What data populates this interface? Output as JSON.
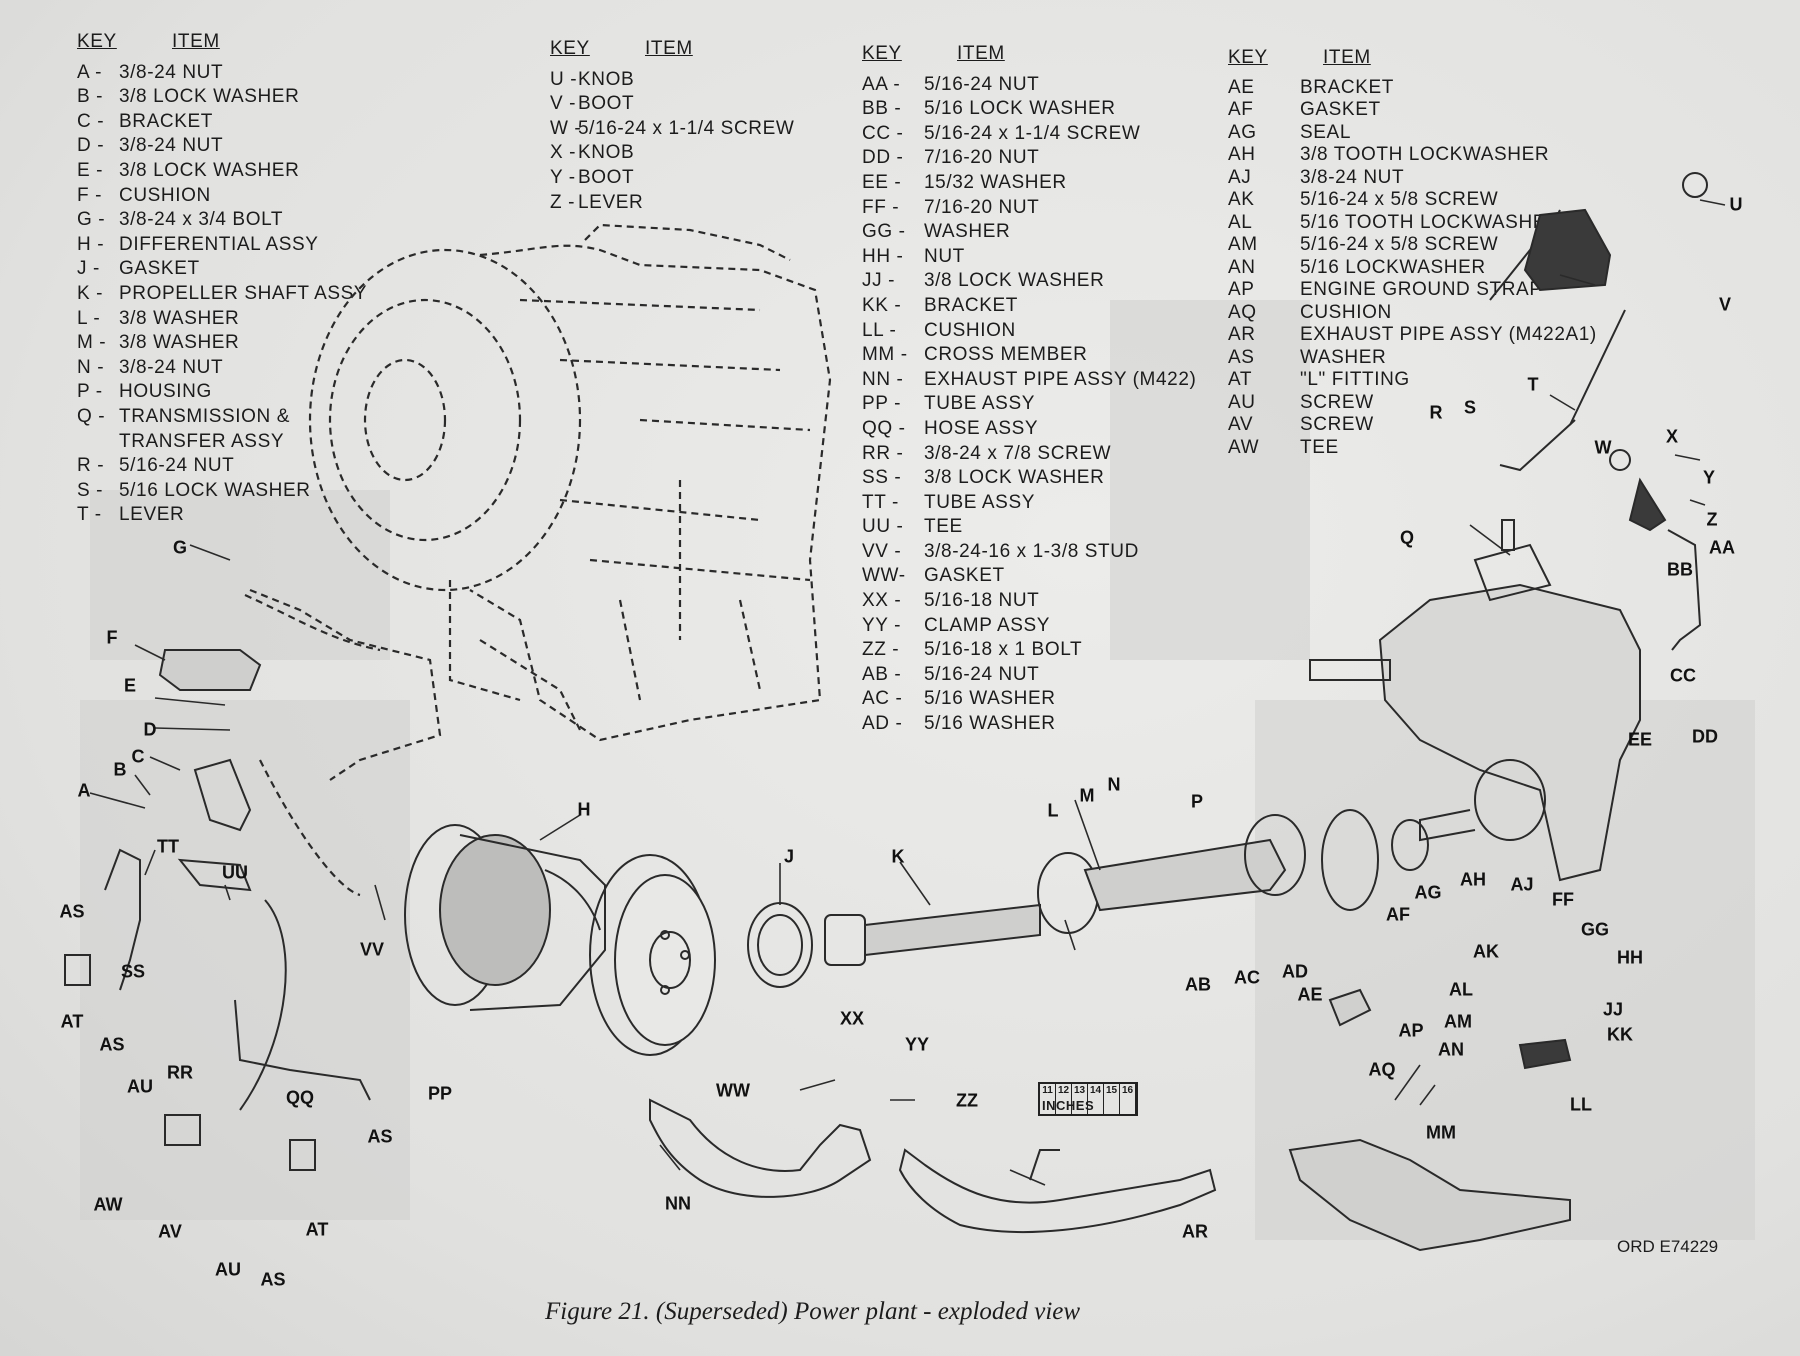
{
  "legend_1": {
    "header_key": "KEY",
    "header_item": "ITEM",
    "rows": [
      {
        "key": "A -",
        "item": "3/8-24 NUT"
      },
      {
        "key": "B -",
        "item": "3/8 LOCK WASHER"
      },
      {
        "key": "C -",
        "item": "BRACKET"
      },
      {
        "key": "D -",
        "item": "3/8-24 NUT"
      },
      {
        "key": "E -",
        "item": "3/8 LOCK WASHER"
      },
      {
        "key": "F -",
        "item": "CUSHION"
      },
      {
        "key": "G -",
        "item": "3/8-24 x 3/4 BOLT"
      },
      {
        "key": "H -",
        "item": "DIFFERENTIAL ASSY"
      },
      {
        "key": "J -",
        "item": "GASKET"
      },
      {
        "key": "K -",
        "item": "PROPELLER SHAFT ASSY"
      },
      {
        "key": "L -",
        "item": "3/8 WASHER"
      },
      {
        "key": "M -",
        "item": "3/8 WASHER"
      },
      {
        "key": "N -",
        "item": "3/8-24 NUT"
      },
      {
        "key": "P -",
        "item": "HOUSING"
      },
      {
        "key": "Q -",
        "item": "TRANSMISSION &"
      },
      {
        "key": "",
        "item": "TRANSFER ASSY"
      },
      {
        "key": "R -",
        "item": "5/16-24 NUT"
      },
      {
        "key": "S -",
        "item": "5/16 LOCK WASHER"
      },
      {
        "key": "T -",
        "item": "LEVER"
      }
    ]
  },
  "legend_2": {
    "header_key": "KEY",
    "header_item": "ITEM",
    "rows": [
      {
        "key": "U -",
        "item": "KNOB"
      },
      {
        "key": "V -",
        "item": "BOOT"
      },
      {
        "key": "W -",
        "item": "5/16-24 x 1-1/4 SCREW"
      },
      {
        "key": "X -",
        "item": "KNOB"
      },
      {
        "key": "Y -",
        "item": "BOOT"
      },
      {
        "key": "Z -",
        "item": "LEVER"
      }
    ]
  },
  "legend_3": {
    "header_key": "KEY",
    "header_item": "ITEM",
    "rows": [
      {
        "key": "AA -",
        "item": "5/16-24 NUT"
      },
      {
        "key": "BB -",
        "item": "5/16 LOCK WASHER"
      },
      {
        "key": "CC -",
        "item": "5/16-24 x 1-1/4 SCREW"
      },
      {
        "key": "DD -",
        "item": "7/16-20 NUT"
      },
      {
        "key": "EE -",
        "item": "15/32 WASHER"
      },
      {
        "key": "FF -",
        "item": "7/16-20 NUT"
      },
      {
        "key": "GG -",
        "item": "WASHER"
      },
      {
        "key": "HH -",
        "item": "NUT"
      },
      {
        "key": "JJ -",
        "item": "3/8 LOCK WASHER"
      },
      {
        "key": "KK -",
        "item": "BRACKET"
      },
      {
        "key": "LL -",
        "item": "CUSHION"
      },
      {
        "key": "MM -",
        "item": "CROSS MEMBER"
      },
      {
        "key": "NN -",
        "item": "EXHAUST PIPE ASSY (M422)"
      },
      {
        "key": "PP -",
        "item": "TUBE ASSY"
      },
      {
        "key": "QQ -",
        "item": "HOSE ASSY"
      },
      {
        "key": "RR -",
        "item": "3/8-24 x 7/8 SCREW"
      },
      {
        "key": "SS -",
        "item": "3/8 LOCK WASHER"
      },
      {
        "key": "TT -",
        "item": "TUBE ASSY"
      },
      {
        "key": "UU -",
        "item": "TEE"
      },
      {
        "key": "VV -",
        "item": "3/8-24-16 x 1-3/8 STUD"
      },
      {
        "key": "WW-",
        "item": "GASKET"
      },
      {
        "key": "XX -",
        "item": "5/16-18 NUT"
      },
      {
        "key": "YY -",
        "item": "CLAMP ASSY"
      },
      {
        "key": "ZZ -",
        "item": "5/16-18 x 1 BOLT"
      },
      {
        "key": "AB -",
        "item": "5/16-24 NUT"
      },
      {
        "key": "AC -",
        "item": "5/16 WASHER"
      },
      {
        "key": "AD -",
        "item": "5/16 WASHER"
      }
    ]
  },
  "legend_4": {
    "header_key": "KEY",
    "header_item": "ITEM",
    "rows": [
      {
        "key": "AE",
        "item": "BRACKET"
      },
      {
        "key": "AF",
        "item": "GASKET"
      },
      {
        "key": "AG",
        "item": "SEAL"
      },
      {
        "key": "AH",
        "item": "3/8 TOOTH LOCKWASHER"
      },
      {
        "key": "AJ",
        "item": "3/8-24 NUT"
      },
      {
        "key": "AK",
        "item": "5/16-24 x 5/8 SCREW"
      },
      {
        "key": "AL",
        "item": "5/16 TOOTH LOCKWASHER"
      },
      {
        "key": "AM",
        "item": "5/16-24 x 5/8 SCREW"
      },
      {
        "key": "AN",
        "item": "5/16 LOCKWASHER"
      },
      {
        "key": "AP",
        "item": "ENGINE GROUND STRAP"
      },
      {
        "key": "AQ",
        "item": "CUSHION"
      },
      {
        "key": "AR",
        "item": "EXHAUST PIPE ASSY (M422A1)"
      },
      {
        "key": "AS",
        "item": "WASHER"
      },
      {
        "key": "AT",
        "item": "\"L\" FITTING"
      },
      {
        "key": "AU",
        "item": "SCREW"
      },
      {
        "key": "AV",
        "item": "SCREW"
      },
      {
        "key": "AW",
        "item": "TEE"
      }
    ]
  },
  "callouts": {
    "G": "G",
    "F": "F",
    "E": "E",
    "D": "D",
    "C": "C",
    "B": "B",
    "A": "A",
    "TT": "TT",
    "UU": "UU",
    "AS1": "AS",
    "AT1": "AT",
    "SS": "SS",
    "AS2": "AS",
    "AU1": "AU",
    "RR": "RR",
    "VV": "VV",
    "H": "H",
    "QQ": "QQ",
    "PP": "PP",
    "AW": "AW",
    "AV": "AV",
    "AT2": "AT",
    "AS3": "AS",
    "AU2": "AU",
    "AS4": "AS",
    "J": "J",
    "K": "K",
    "L": "L",
    "M": "M",
    "N": "N",
    "P": "P",
    "AB": "AB",
    "AC": "AC",
    "AD": "AD",
    "AE": "AE",
    "AF": "AF",
    "AG": "AG",
    "AH": "AH",
    "AJ": "AJ",
    "FF": "FF",
    "GG": "GG",
    "HH": "HH",
    "AK": "AK",
    "AL": "AL",
    "JJ": "JJ",
    "KK": "KK",
    "AP": "AP",
    "AM": "AM",
    "AN": "AN",
    "AQ": "AQ",
    "LL": "LL",
    "MM": "MM",
    "XX": "XX",
    "YY": "YY",
    "WW": "WW",
    "ZZ": "ZZ",
    "NN": "NN",
    "AR": "AR",
    "U": "U",
    "V": "V",
    "T": "T",
    "R": "R",
    "S": "S",
    "W": "W",
    "X": "X",
    "Y": "Y",
    "Z": "Z",
    "Q": "Q",
    "AA": "AA",
    "BB": "BB",
    "CC": "CC",
    "EE": "EE",
    "DD": "DD"
  },
  "scale": {
    "ticks": [
      "11",
      "12",
      "13",
      "14",
      "15",
      "16"
    ],
    "label": "INCHES"
  },
  "caption": "Figure 21. (Superseded) Power plant - exploded view",
  "ord": "ORD E74229"
}
